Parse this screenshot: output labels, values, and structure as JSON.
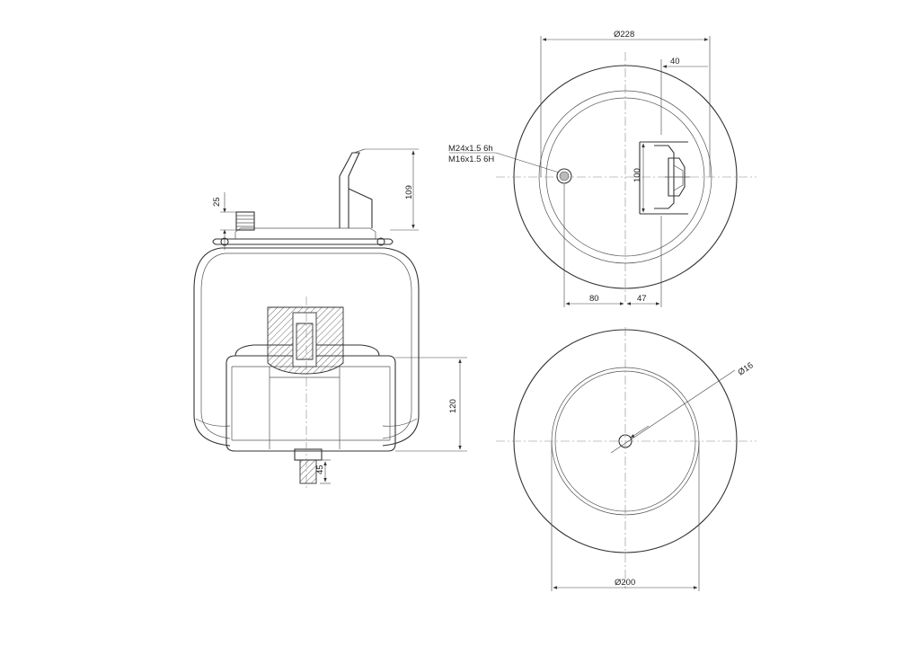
{
  "dimensions": {
    "diam_top": "Ø228",
    "offset_40": "40",
    "thread_m24": "M24x1.5 6h",
    "thread_m16": "M16x1.5 6H",
    "bracket_100": "100",
    "dist_80": "80",
    "dist_47": "47",
    "height_25": "25",
    "height_109": "109",
    "height_120": "120",
    "height_45": "45",
    "diam_hole": "Ø16",
    "diam_bottom": "Ø200"
  },
  "colors": {
    "line": "#333333",
    "centerline": "#888888",
    "hatch": "#444444"
  }
}
